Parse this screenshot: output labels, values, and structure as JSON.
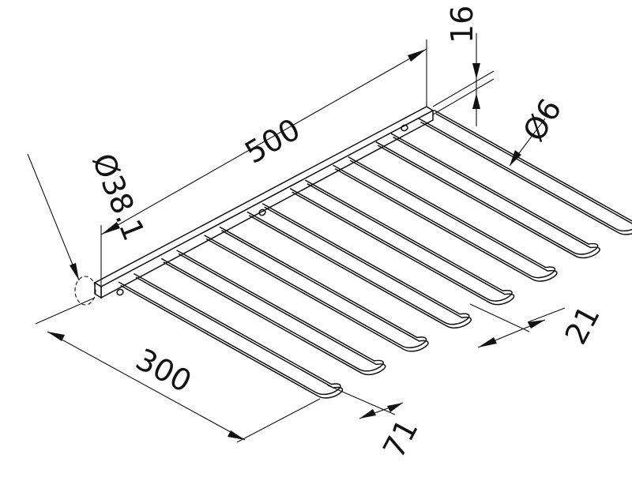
{
  "dimensions": {
    "length": "500",
    "width": "300",
    "height": "16",
    "rod_diameter": "Ø6",
    "hole_diameter": "Ø38.1",
    "rod_spacing": "71",
    "offset": "21"
  },
  "rack": {
    "rod_count": 8
  }
}
